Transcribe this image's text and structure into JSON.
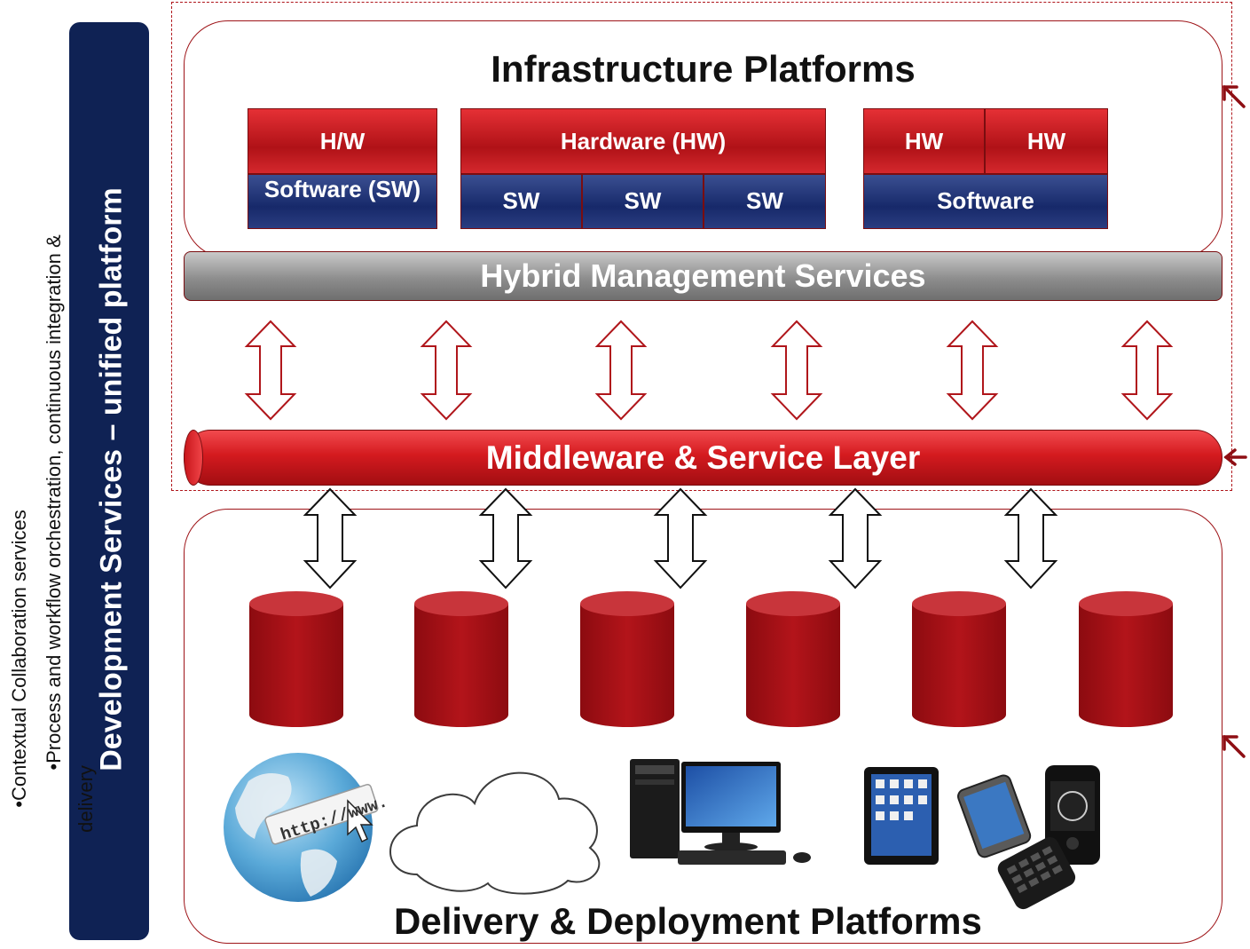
{
  "sidebar": {
    "title": "Development  Services – unified platform",
    "bullet_1": "•Contextual Collaboration  services",
    "bullet_2": "•Process and workflow orchestration, continuous integration &",
    "bullet_2_cont": "delivery"
  },
  "infrastructure": {
    "title": "Infrastructure Platforms",
    "group_1": {
      "hw": "H/W",
      "sw": "Software (SW)"
    },
    "group_2": {
      "hw": "Hardware (HW)",
      "sw": [
        "SW",
        "SW",
        "SW"
      ]
    },
    "group_3": {
      "hw": [
        "HW",
        "HW"
      ],
      "sw": "Software"
    }
  },
  "hybrid_label": "Hybrid Management Services",
  "middleware_label": "Middleware & Service Layer",
  "delivery": {
    "title": "Delivery & Deployment Platforms",
    "url_text": "http://www.",
    "devices": [
      "globe-web",
      "cloud",
      "desktop-pc",
      "tablet",
      "mobile-phones"
    ]
  },
  "colors": {
    "accent_red": "#c8161b",
    "navy": "#0f2254",
    "cylinder_red": "#a80f16",
    "gray": "#8d8d8d"
  }
}
